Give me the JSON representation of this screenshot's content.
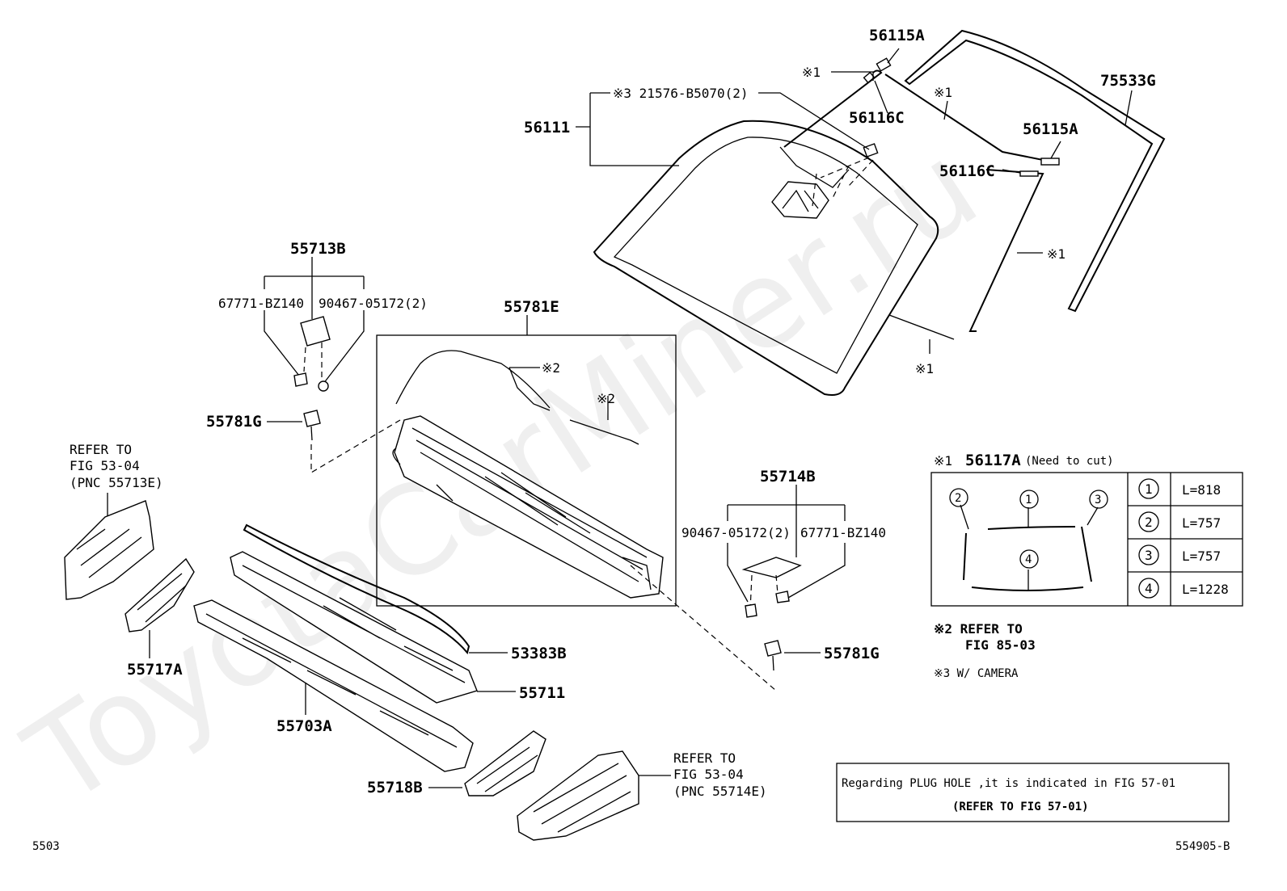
{
  "watermark": "ToyotaCarMiner.ru",
  "page_code": "5503",
  "illustration_code": "554905-B",
  "callouts": {
    "c56115A_top": "56115A",
    "c56116C_top": "56116C",
    "c56115A_right": "56115A",
    "c56116C_right": "56116C",
    "c75533G": "75533G",
    "c56111": "56111",
    "c21576": "※3 21576-B5070(2)",
    "n1_top": "※1",
    "n1_mid": "※1",
    "n1_right": "※1",
    "n1_bottom": "※1",
    "c55713B": "55713B",
    "c67771_left": "67771-BZ140",
    "c90467_left": "90467-05172(2)",
    "c55781G_left": "55781G",
    "c55781E": "55781E",
    "n2_a": "※2",
    "n2_b": "※2",
    "c55714B": "55714B",
    "c90467_right": "90467-05172(2)",
    "c67771_right": "67771-BZ140",
    "c55781G_right": "55781G",
    "c53383B": "53383B",
    "c55711": "55711",
    "c55703A": "55703A",
    "c55717A": "55717A",
    "c55718B": "55718B"
  },
  "refer_left": [
    "REFER TO",
    "FIG 53-04",
    "(PNC 55713E)"
  ],
  "refer_right": [
    "REFER TO",
    "FIG 53-04",
    "(PNC 55714E)"
  ],
  "legend": {
    "heading_mark": "※1",
    "heading_part": "56117A",
    "heading_note": "(Need to cut)",
    "diagram_labels": [
      "2",
      "1",
      "3",
      "4"
    ],
    "rows": [
      {
        "num": "1",
        "length": "L=818"
      },
      {
        "num": "2",
        "length": "L=757"
      },
      {
        "num": "3",
        "length": "L=757"
      },
      {
        "num": "4",
        "length": "L=1228"
      }
    ]
  },
  "notes": {
    "n2_line1": "※2  REFER TO",
    "n2_line2": "FIG 85-03",
    "n3": "※3  W/ CAMERA"
  },
  "plug_note": {
    "line1": "Regarding PLUG HOLE ,it is indicated in FIG 57-01",
    "line2": "(REFER TO FIG 57-01)"
  }
}
